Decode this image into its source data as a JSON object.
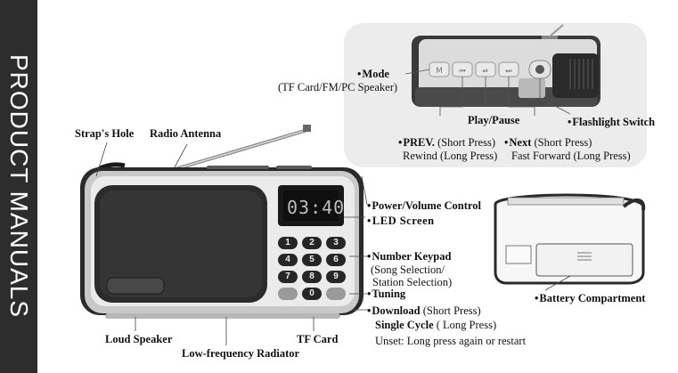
{
  "side_title": "PRODUCT MANUALS",
  "display": {
    "time": "03:40"
  },
  "keypad": {
    "keys": [
      "1",
      "2",
      "3",
      "4",
      "5",
      "6",
      "7",
      "8",
      "9"
    ],
    "bottom_mid": "0"
  },
  "labels": {
    "mode": "Mode",
    "mode_sub": "(TF Card/FM/PC Speaker)",
    "play_pause": "Play/Pause",
    "flashlight": "Flashlight Switch",
    "prev": "PREV.",
    "prev_sub1": " (Short Press)",
    "prev_sub2": "Rewind (Long Press)",
    "next": "Next",
    "next_sub1": " (Short Press)",
    "next_sub2": "Fast Forward (Long Press)",
    "straps_hole": "Strap's Hole",
    "radio_antenna": "Radio Antenna",
    "power_volume": "Power/Volume Control",
    "led_screen": "LED Screen",
    "number_keypad": "Number Keypad",
    "keypad_sub1": "(Song Selection/",
    "keypad_sub2": "Station Selection)",
    "tuning": "Tuning",
    "download": "Download",
    "download_sub": " (Short Press)",
    "single_cycle": "Single Cycle",
    "single_cycle_sub": " ( Long Press)",
    "unset": "Unset: Long press again or restart",
    "battery": "Battery Compartment",
    "loud_speaker": "Loud Speaker",
    "tf_card": "TF Card",
    "low_freq": "Low-frequency Radiator"
  }
}
